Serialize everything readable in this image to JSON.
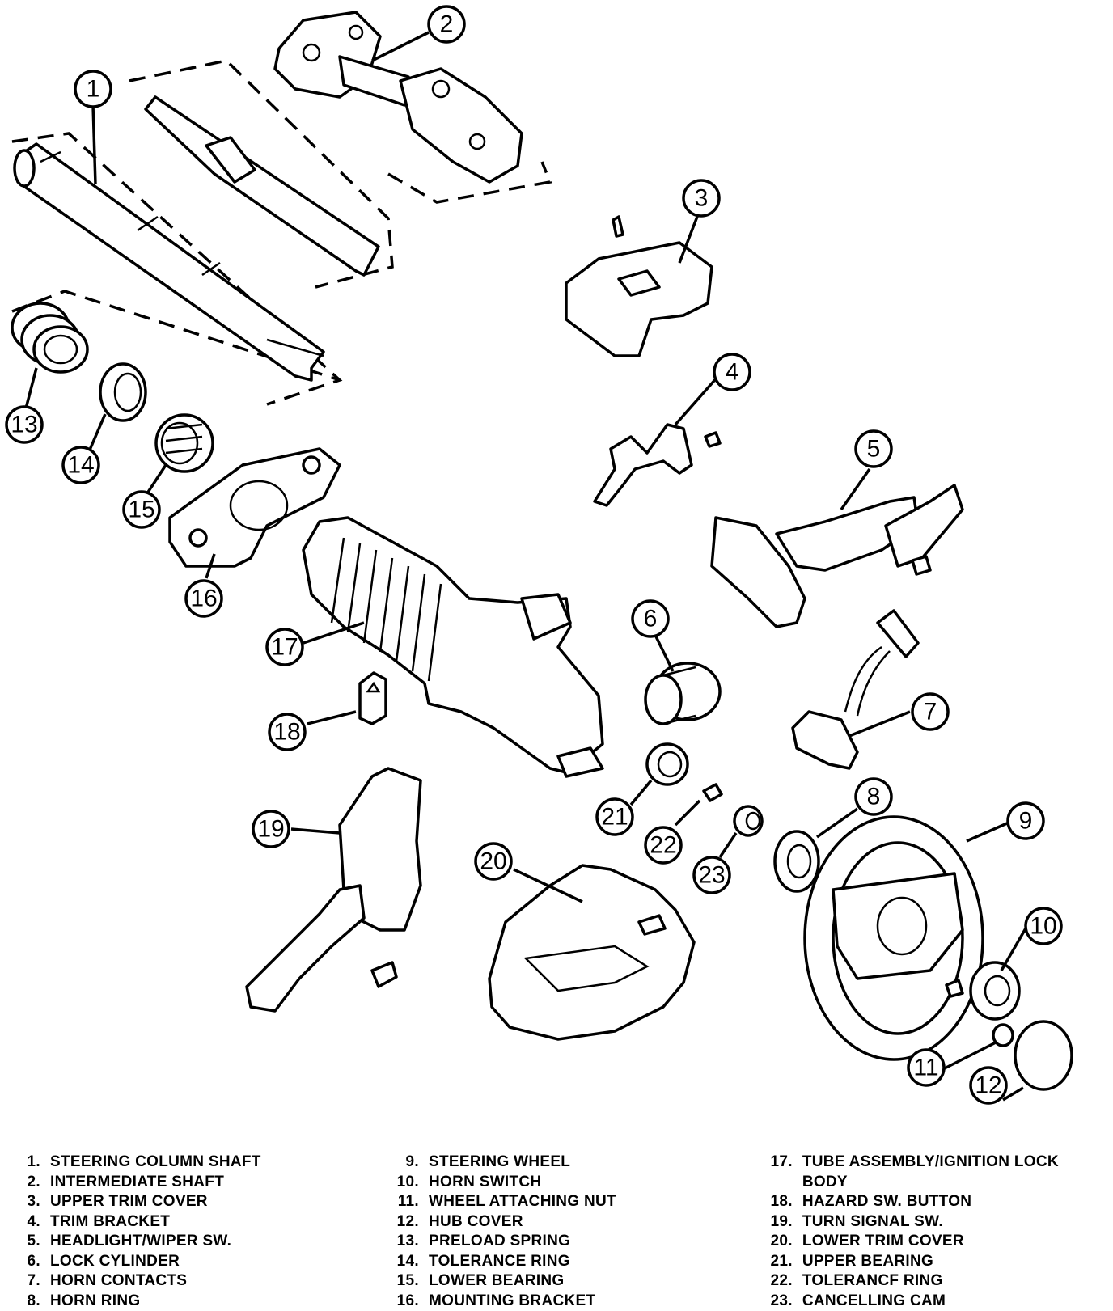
{
  "callouts": [
    "1",
    "2",
    "3",
    "4",
    "5",
    "6",
    "7",
    "8",
    "9",
    "10",
    "11",
    "12",
    "13",
    "14",
    "15",
    "16",
    "17",
    "18",
    "19",
    "20",
    "21",
    "22",
    "23"
  ],
  "legend": {
    "col1": [
      {
        "num": "1.",
        "text": "STEERING COLUMN SHAFT"
      },
      {
        "num": "2.",
        "text": "INTERMEDIATE SHAFT"
      },
      {
        "num": "3.",
        "text": "UPPER TRIM COVER"
      },
      {
        "num": "4.",
        "text": "TRIM BRACKET"
      },
      {
        "num": "5.",
        "text": "HEADLIGHT/WIPER SW."
      },
      {
        "num": "6.",
        "text": "LOCK CYLINDER"
      },
      {
        "num": "7.",
        "text": "HORN CONTACTS"
      },
      {
        "num": "8.",
        "text": "HORN RING"
      }
    ],
    "col2": [
      {
        "num": "9.",
        "text": "STEERING WHEEL"
      },
      {
        "num": "10.",
        "text": "HORN SWITCH"
      },
      {
        "num": "11.",
        "text": "WHEEL ATTACHING NUT"
      },
      {
        "num": "12.",
        "text": "HUB COVER"
      },
      {
        "num": "13.",
        "text": "PRELOAD SPRING"
      },
      {
        "num": "14.",
        "text": "TOLERANCE RING"
      },
      {
        "num": "15.",
        "text": "LOWER BEARING"
      },
      {
        "num": "16.",
        "text": "MOUNTING BRACKET"
      }
    ],
    "col3": [
      {
        "num": "17.",
        "text": "TUBE ASSEMBLY/IGNITION LOCK BODY"
      },
      {
        "num": "18.",
        "text": "HAZARD SW. BUTTON"
      },
      {
        "num": "19.",
        "text": "TURN SIGNAL SW."
      },
      {
        "num": "20.",
        "text": "LOWER TRIM COVER"
      },
      {
        "num": "21.",
        "text": "UPPER BEARING"
      },
      {
        "num": "22.",
        "text": "TOLERANCF RING"
      },
      {
        "num": "23.",
        "text": "CANCELLING CAM"
      }
    ]
  }
}
